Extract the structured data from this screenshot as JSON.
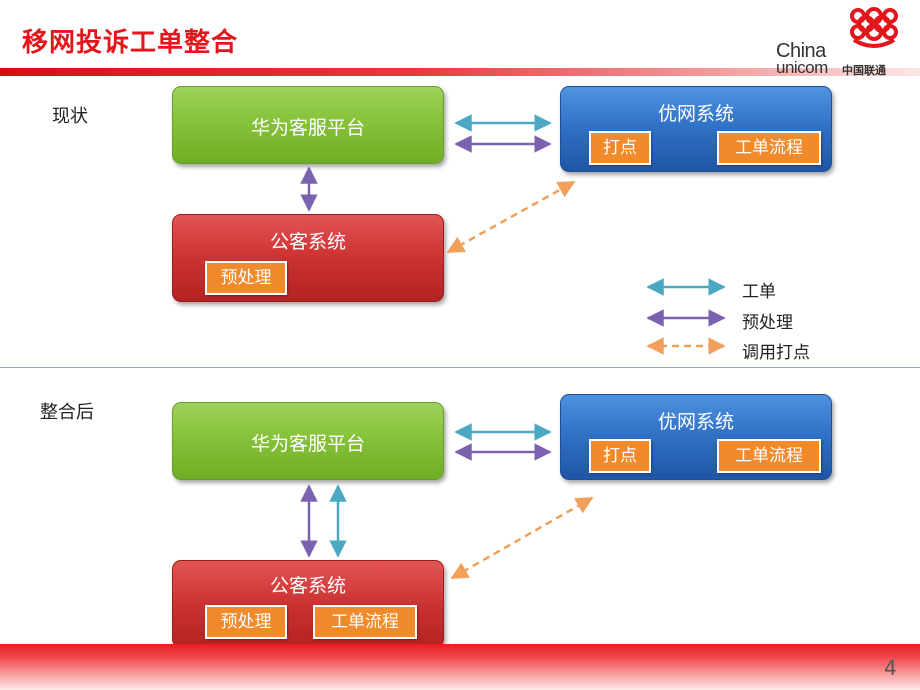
{
  "slide": {
    "title": "移网投诉工单整合",
    "page_number": "4"
  },
  "logo": {
    "text_line1": "China",
    "text_line2": "unicom",
    "text_cn": "中国联通",
    "color": "#e3161c"
  },
  "sections": {
    "current": {
      "label": "现状",
      "boxes": {
        "huawei": "华为客服平台",
        "youwang": "优网系统",
        "youwang_tags": [
          "打点",
          "工单流程"
        ],
        "gongke": "公客系统",
        "gongke_tags": [
          "预处理"
        ]
      }
    },
    "after": {
      "label": "整合后",
      "boxes": {
        "huawei": "华为客服平台",
        "youwang": "优网系统",
        "youwang_tags": [
          "打点",
          "工单流程"
        ],
        "gongke": "公客系统",
        "gongke_tags": [
          "预处理",
          "工单流程"
        ]
      }
    }
  },
  "legend": [
    {
      "label": "工单",
      "color": "#4aa8c2",
      "style": "solid"
    },
    {
      "label": "预处理",
      "color": "#7a62b0",
      "style": "solid"
    },
    {
      "label": "调用打点",
      "color": "#f0a05a",
      "style": "dashed"
    }
  ],
  "colors": {
    "accent_red": "#e3161c",
    "green_box": "#86c23a",
    "blue_box": "#2f6fc4",
    "red_box": "#cc3232",
    "orange_tag": "#f08a2b"
  }
}
